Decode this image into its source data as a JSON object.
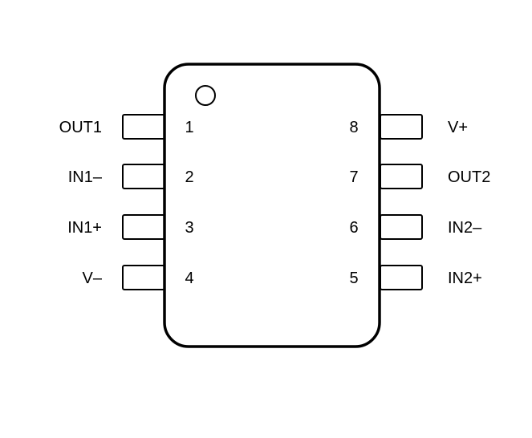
{
  "package": {
    "pins": [
      {
        "number": "1",
        "name": "OUT1",
        "side": "left",
        "position": 1
      },
      {
        "number": "2",
        "name": "IN1–",
        "side": "left",
        "position": 2
      },
      {
        "number": "3",
        "name": "IN1+",
        "side": "left",
        "position": 3
      },
      {
        "number": "4",
        "name": "V–",
        "side": "left",
        "position": 4
      },
      {
        "number": "8",
        "name": "V+",
        "side": "right",
        "position": 1
      },
      {
        "number": "7",
        "name": "OUT2",
        "side": "right",
        "position": 2
      },
      {
        "number": "6",
        "name": "IN2–",
        "side": "right",
        "position": 3
      },
      {
        "number": "5",
        "name": "IN2+",
        "side": "right",
        "position": 4
      }
    ]
  }
}
